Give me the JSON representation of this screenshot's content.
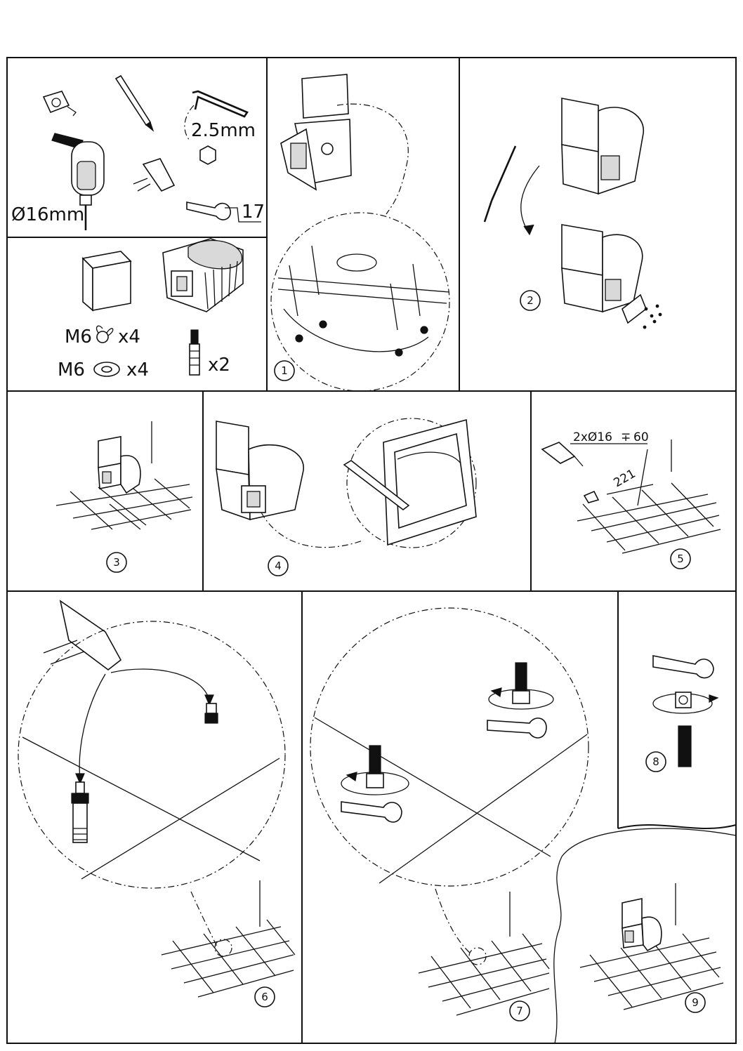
{
  "panels": {
    "tools": {
      "tape_label": "2.5mm",
      "drill_label": "Ø16mm",
      "wrench_label": "17"
    },
    "parts": {
      "wingnut_label": "M6",
      "wingnut_qty": "x4",
      "washer_label": "M6",
      "washer_qty": "x4",
      "anchor_qty": "x2"
    },
    "step5": {
      "drill_spec": "2xØ16",
      "depth_spec": "60",
      "distance": "221"
    }
  },
  "steps": [
    "1",
    "2",
    "3",
    "4",
    "5",
    "6",
    "7",
    "8",
    "9"
  ]
}
